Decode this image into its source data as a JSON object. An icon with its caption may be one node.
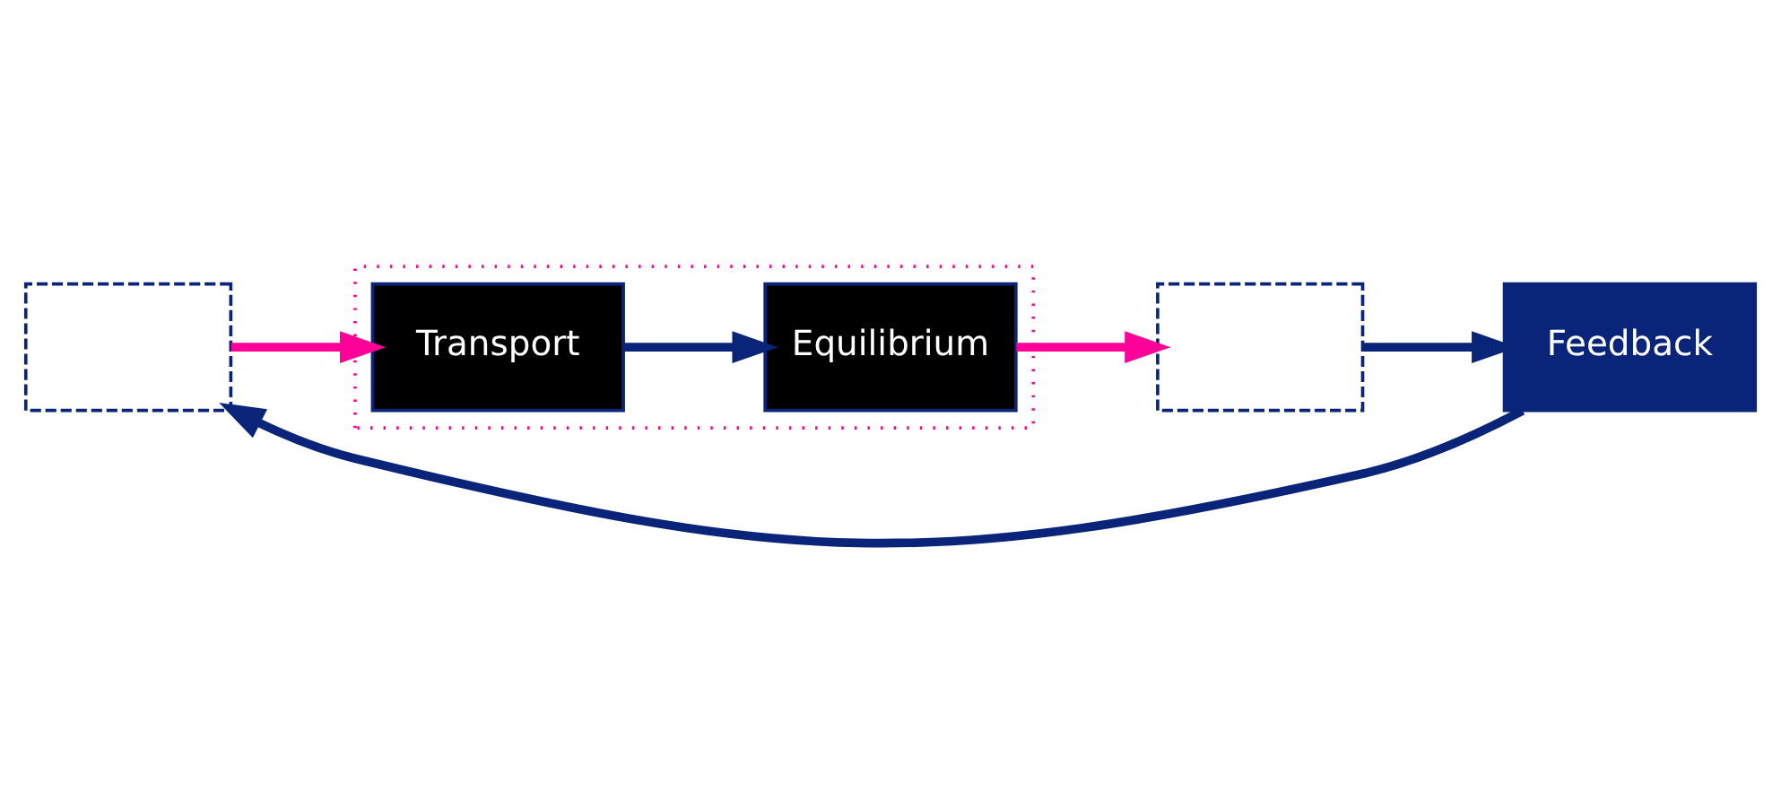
{
  "diagram": {
    "nodes": [
      {
        "text": [],
        "shape": "box"
      },
      {
        "text": [],
        "shape": "box"
      },
      {
        "text": [
          "Transport"
        ],
        "in": 1
      },
      {
        "text": [
          "Equilibrium"
        ],
        "in": 1
      },
      {
        "text": [],
        "shape": "box"
      },
      {
        "text": [
          "Feedback"
        ]
      }
    ],
    "edges": [
      {
        "from": 0,
        "to": 2,
        "arrow": "to",
        "color": "#ff0099"
      },
      {
        "from": 2,
        "to": 3,
        "arrow": "to"
      },
      {
        "from": 3,
        "to": 4,
        "arrow": "to",
        "color": "#ff0099"
      },
      {
        "from": 4,
        "to": 5,
        "arrow": "to"
      },
      {
        "from": 5,
        "to": 0,
        "arrow": "to"
      }
    ]
  }
}
